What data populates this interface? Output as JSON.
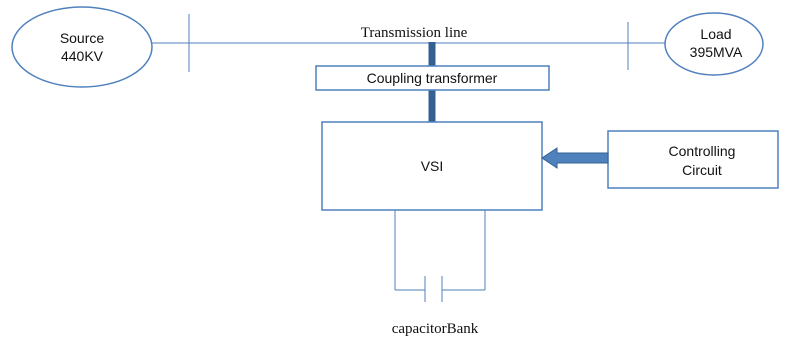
{
  "source": {
    "line1": "Source",
    "line2": "440KV"
  },
  "load": {
    "line1": "Load",
    "line2": "395MVA"
  },
  "transmission_line_label": "Transmission line",
  "coupling_transformer_label": "Coupling transformer",
  "vsi_label": "VSI",
  "controlling_circuit": {
    "line1": "Controlling",
    "line2": "Circuit"
  },
  "capacitor_bank_label": "capacitorBank",
  "colors": {
    "line": "#4f81bd",
    "thick_connector": "#365f91",
    "arrow_fill": "#4f81bd",
    "arrow_outline": "#365f91"
  }
}
